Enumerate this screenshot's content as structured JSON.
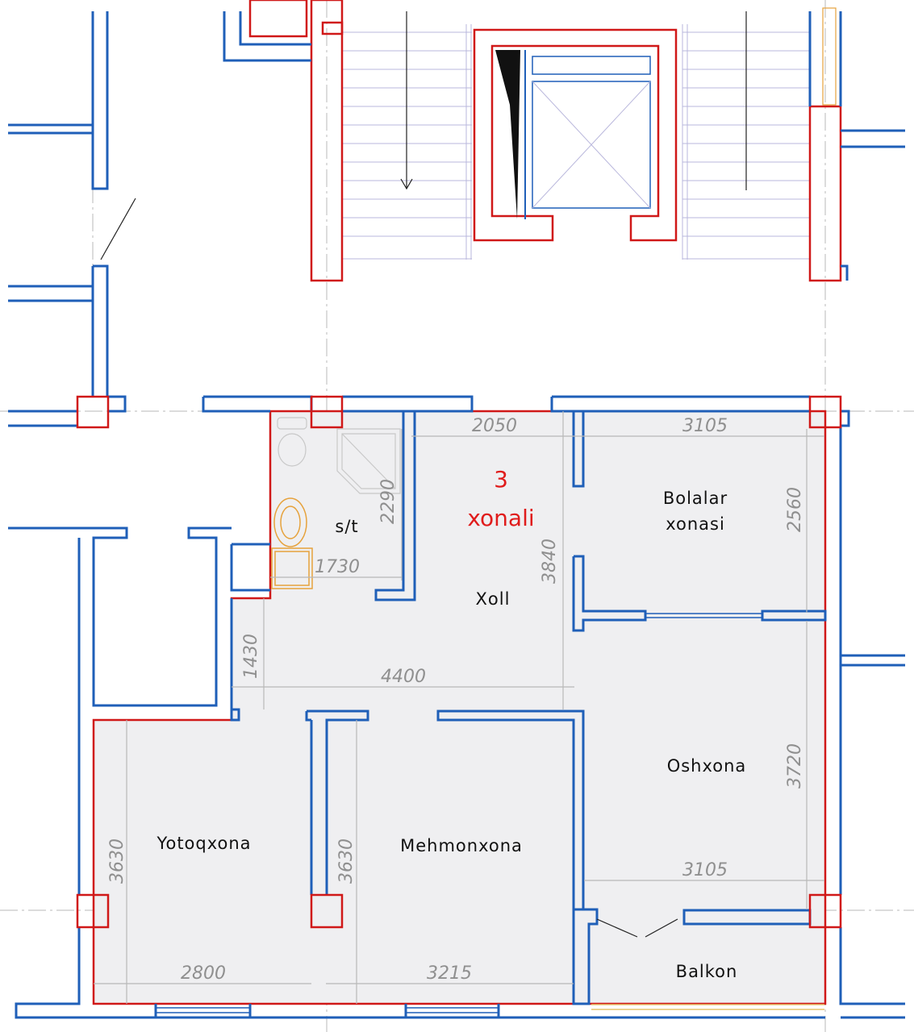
{
  "title": {
    "line1": "3",
    "line2": "xonali"
  },
  "rooms": {
    "bathroom": "s/t",
    "children_room_line1": "Bolalar",
    "children_room_line2": "xonasi",
    "hall": "Xoll",
    "kitchen": "Oshxona",
    "bedroom": "Yotoqxona",
    "living_room": "Mehmonxona",
    "balcony": "Balkon"
  },
  "dimensions": {
    "hall_top_width": "2050",
    "children_top_width": "3105",
    "bathroom_depth": "2290",
    "children_depth": "2560",
    "bathroom_width": "1730",
    "hall_depth": "3840",
    "corridor_depth": "1430",
    "hall_width": "4400",
    "kitchen_depth": "3720",
    "kitchen_width": "3105",
    "bedroom_depth": "3630",
    "living_depth": "3630",
    "bedroom_width": "2800",
    "living_width": "3215"
  },
  "colors": {
    "walls": "#1f5fb8",
    "outline": "#d01818",
    "apartment_fill": "#efeff1",
    "dimension_text": "#8f8f8f",
    "title": "#e01c1c"
  }
}
